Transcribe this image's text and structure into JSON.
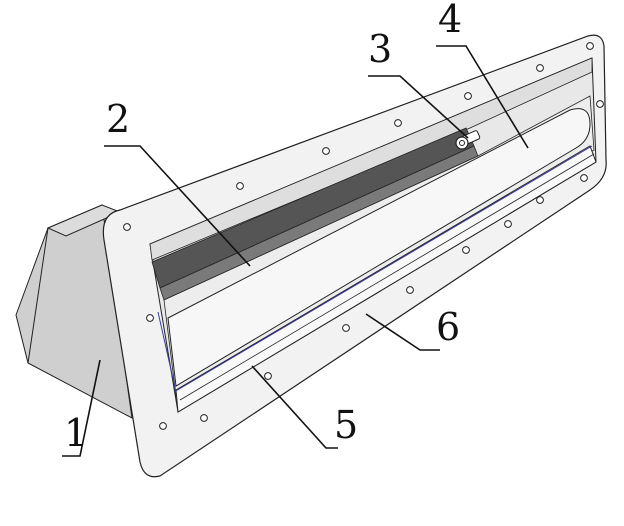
{
  "colors": {
    "background": "#ffffff",
    "outline": "#222222",
    "frame_face": "#f2f2f2",
    "housing_side": "#cfcfcf",
    "housing_top": "#dcdcdc",
    "cavity_back": "#e8e8e8",
    "dark_strip": "#555555",
    "mid_strip": "#7a7a7a",
    "tube": "#f7f7f7",
    "cover": "#f9f9f9",
    "rail_line": "#3a3aa0",
    "bolt": "#ffffff"
  },
  "callouts": [
    {
      "id": "1",
      "label": "1"
    },
    {
      "id": "2",
      "label": "2"
    },
    {
      "id": "3",
      "label": "3"
    },
    {
      "id": "4",
      "label": "4"
    },
    {
      "id": "5",
      "label": "5"
    },
    {
      "id": "6",
      "label": "6"
    }
  ]
}
